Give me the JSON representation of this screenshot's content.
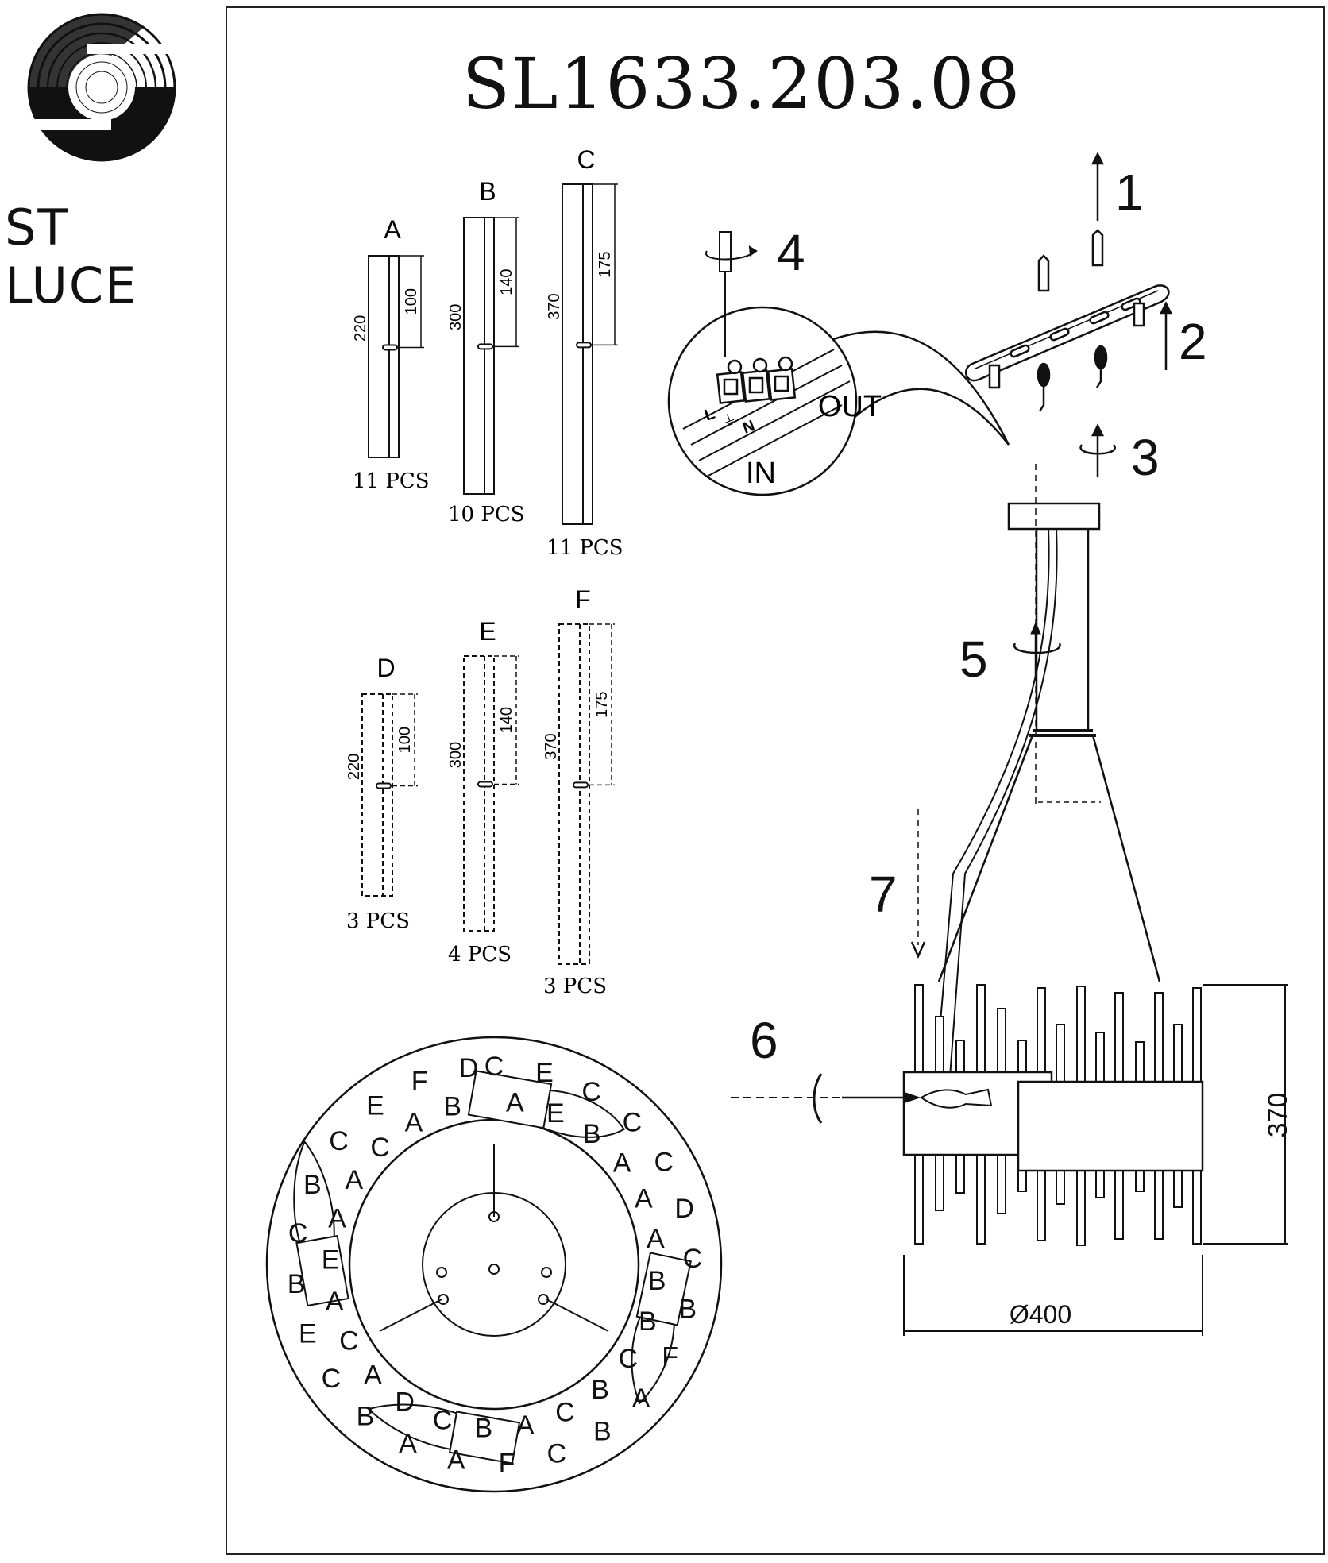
{
  "brand": {
    "name": "ST LUCE"
  },
  "model_number": "SL1633.203.08",
  "parts": [
    {
      "letter": "A",
      "length": "220",
      "mark": "100",
      "qty": "11 PCS",
      "style": "solid"
    },
    {
      "letter": "B",
      "length": "300",
      "mark": "140",
      "qty": "10 PCS",
      "style": "solid"
    },
    {
      "letter": "C",
      "length": "370",
      "mark": "175",
      "qty": "11 PCS",
      "style": "solid"
    },
    {
      "letter": "D",
      "length": "220",
      "mark": "100",
      "qty": "3 PCS",
      "style": "dashed"
    },
    {
      "letter": "E",
      "length": "300",
      "mark": "140",
      "qty": "4 PCS",
      "style": "dashed"
    },
    {
      "letter": "F",
      "length": "370",
      "mark": "175",
      "qty": "3 PCS",
      "style": "dashed"
    }
  ],
  "wiring": {
    "out_label": "OUT",
    "in_label": "IN",
    "terminals": [
      "L",
      "⏚",
      "N"
    ]
  },
  "steps": [
    "1",
    "2",
    "3",
    "4",
    "5",
    "6",
    "7"
  ],
  "dimensions": {
    "height": "370",
    "diameter": "Ø400"
  },
  "ring_labels": [
    "C",
    "A",
    "E",
    "E",
    "C",
    "B",
    "C",
    "A",
    "C",
    "A",
    "D",
    "A",
    "C",
    "B",
    "B",
    "B",
    "F",
    "C",
    "A",
    "B",
    "B",
    "C",
    "C",
    "A",
    "F",
    "B",
    "A",
    "C",
    "A",
    "D",
    "B",
    "A",
    "C",
    "C",
    "E",
    "A",
    "B",
    "E",
    "C",
    "A",
    "B",
    "A",
    "C",
    "C",
    "E",
    "A",
    "F",
    "B",
    "D"
  ]
}
